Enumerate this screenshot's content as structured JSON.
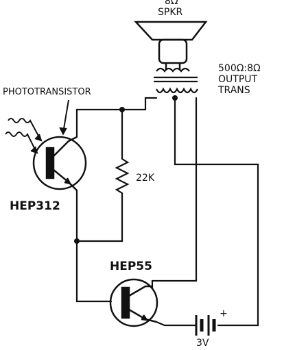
{
  "speaker": {
    "size_label": "8Ω",
    "name_label": "SPKR"
  },
  "transformer": {
    "ratio_label": "500Ω:8Ω",
    "line2": "OUTPUT",
    "line3": "TRANS"
  },
  "phototransistor": {
    "label": "PHOTOTRANSISTOR",
    "part": "HEP312"
  },
  "resistor": {
    "value": "22K"
  },
  "output_transistor": {
    "part": "HEP55"
  },
  "battery": {
    "voltage": "3V",
    "polarity": "+"
  },
  "colors": {
    "ink": "#111111",
    "background": "#ffffff"
  }
}
